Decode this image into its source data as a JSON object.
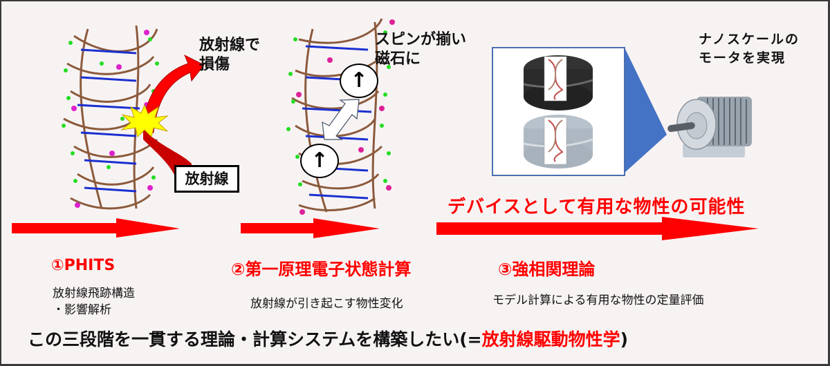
{
  "colors": {
    "background": "#f8f3f3",
    "accent_red": "#ff0000",
    "dark_red": "#c80000",
    "text_black": "#111111",
    "zoom_blue": "#4472c4",
    "starburst_yellow": "#ffff00"
  },
  "stage1": {
    "damage_caption_line1": "放射線で",
    "damage_caption_line2": "損傷",
    "radiation_box_label": "放射線",
    "icons": [
      "dna-helix-icon",
      "curved-arrow-icon",
      "starburst-icon"
    ]
  },
  "stage2": {
    "spin_caption_line1": "スピンが揃い",
    "spin_caption_line2": "磁石に",
    "spin_up_symbol": "↑",
    "icons": [
      "dna-helix-icon",
      "spin-up-icon",
      "double-arrow-icon"
    ]
  },
  "stage3": {
    "motor_caption_line1": "ナノスケールの",
    "motor_caption_line2": "モータを実現",
    "device_caption": "デバイスとして有用な物性の可能性",
    "icons": [
      "magnet-dna-icon",
      "motor-icon"
    ]
  },
  "steps": [
    {
      "title": "①PHITS",
      "desc_line1": "放射線飛跡構造",
      "desc_line2": "・影響解析"
    },
    {
      "title": "②第一原理電子状態計算",
      "desc_line1": "放射線が引き起こす物性変化"
    },
    {
      "title": "③強相関理論",
      "desc_line1": "モデル計算による有用な物性の定量評価"
    }
  ],
  "summary": {
    "text_black": "この三段階を一貫する理論・計算システムを構築したい(=",
    "text_red": "放射線駆動物性学",
    "text_close": ")"
  }
}
